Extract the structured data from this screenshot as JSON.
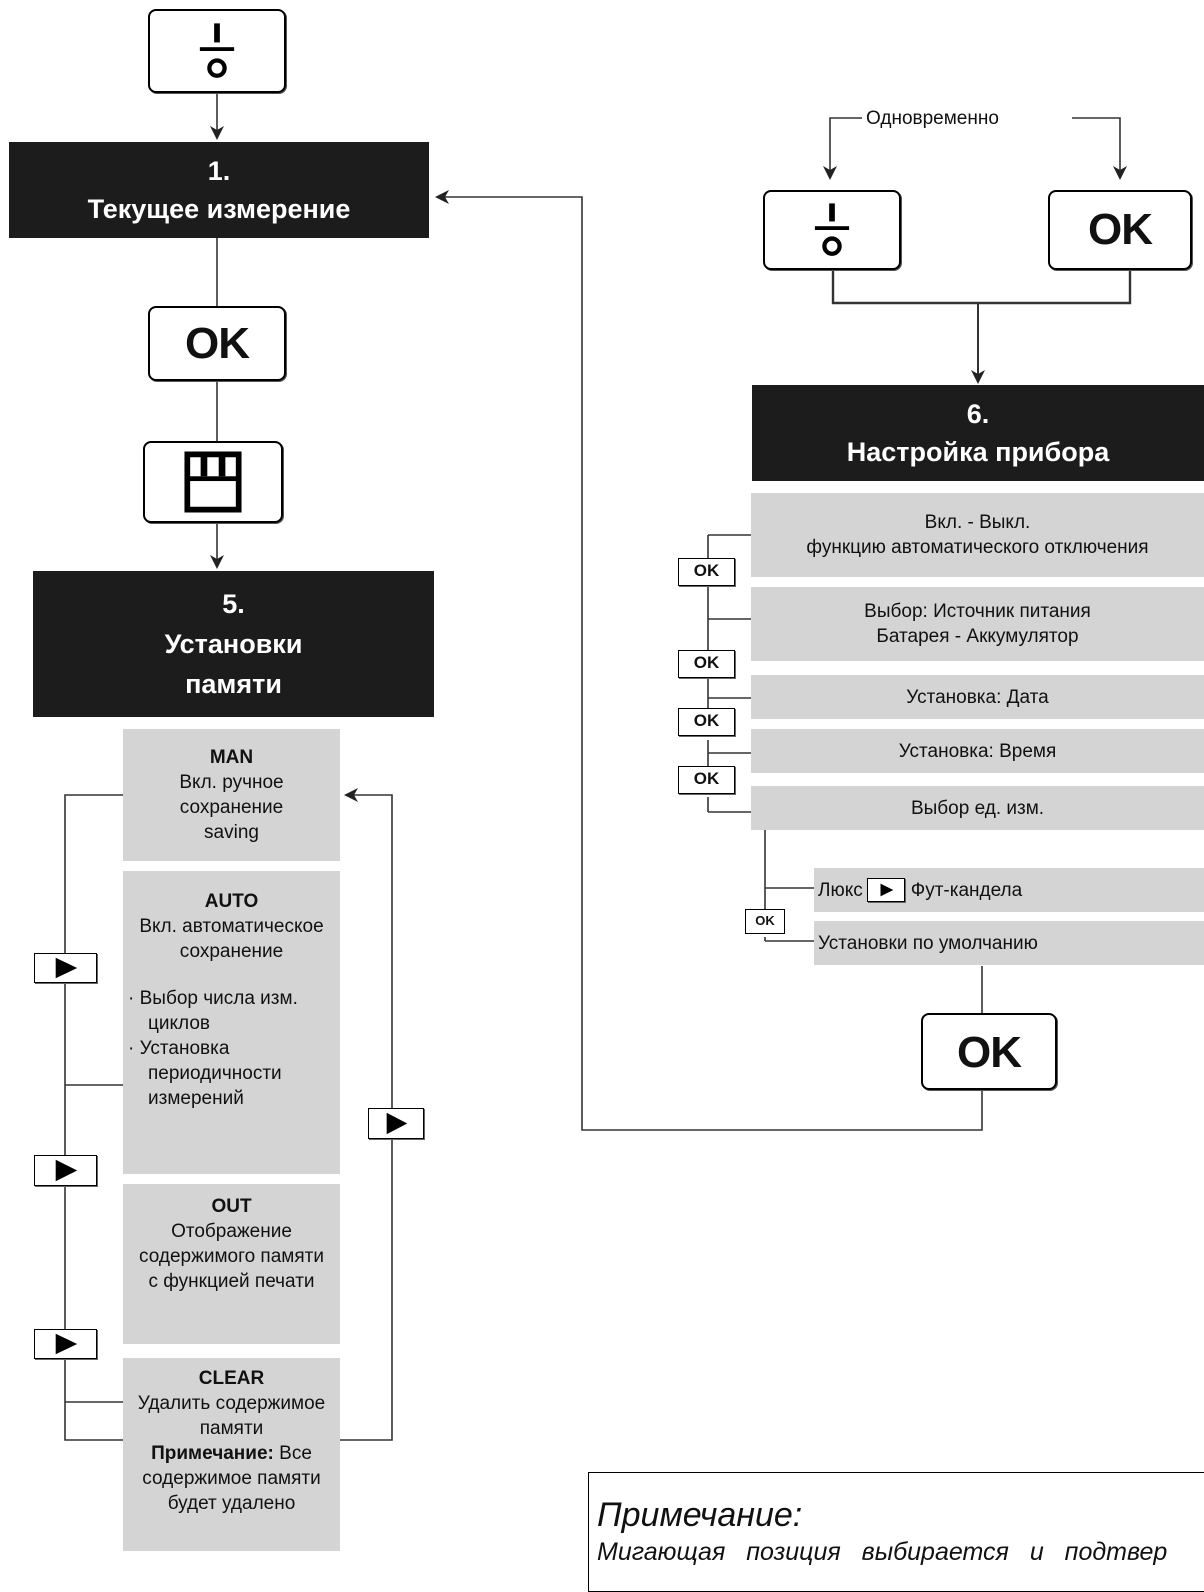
{
  "icons": {
    "power": "power-switch-icon",
    "save": "floppy-disk-icon",
    "next": "play-triangle-icon"
  },
  "ok_label": "OK",
  "simultaneous_label": "Одновременно",
  "step1": {
    "number": "1.",
    "title": "Текущее измерение"
  },
  "step5": {
    "number": "5.",
    "title_line1": "Установки",
    "title_line2": "памяти"
  },
  "step6": {
    "number": "6.",
    "title": "Настройка прибора"
  },
  "memory_modes": {
    "man": {
      "name": "MAN",
      "lines": [
        "Вкл. ручное",
        "сохранение",
        "saving"
      ]
    },
    "auto": {
      "name": "AUTO",
      "lines": [
        "Вкл. автоматическое",
        "сохранение"
      ],
      "bullets": [
        [
          "Выбор числа изм.",
          "циклов"
        ],
        [
          "Установка",
          "периодичности",
          "измерений"
        ]
      ]
    },
    "out": {
      "name": "OUT",
      "lines": [
        "Отображение",
        "содержимого памяти",
        "с функцией печати"
      ]
    },
    "clear": {
      "name": "CLEAR",
      "lines": [
        "Удалить содержимое",
        "памяти"
      ],
      "note_label": "Примечание:",
      "note_text": [
        "Все",
        "содержимое памяти",
        "будет удалено"
      ]
    }
  },
  "settings": {
    "auto_off": [
      "Вкл. - Выкл.",
      "функцию автоматического отключения"
    ],
    "power_source": [
      "Выбор: Источник питания",
      "Батарея - Аккумулятор"
    ],
    "date": "Установка: Дата",
    "time": "Установка: Время",
    "units": "Выбор ед. изм.",
    "unit_lux": "Люкс",
    "unit_fc": "Фут-кандела",
    "defaults": "Установки по умолчанию"
  },
  "note": {
    "title": "Примечание:",
    "text": "Мигающая позиция выбирается и подтвер"
  }
}
